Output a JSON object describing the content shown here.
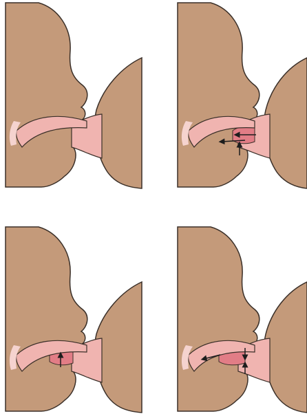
{
  "figure": {
    "panels": [
      {
        "id": "panel-1",
        "arrows": []
      },
      {
        "id": "panel-2",
        "arrows": [
          "arrow-pointing-left",
          "arrow-pointing-left",
          "arrow-pointing-up"
        ]
      },
      {
        "id": "panel-3",
        "arrows": [
          "arrow-pointing-up"
        ]
      },
      {
        "id": "panel-4",
        "arrows": [
          "arrow-pointing-down",
          "arrow-pointing-up",
          "arrow-pointing-left"
        ]
      }
    ],
    "colors": {
      "background": "#ffffff",
      "head_skin": "#c49a7a",
      "breast_skin": "#c49a7a",
      "outline": "#3a2f28",
      "tongue_pink": "#f0b4b0",
      "tongue_dark": "#e27d86",
      "lip_highlight": "#f5d3cf"
    }
  }
}
